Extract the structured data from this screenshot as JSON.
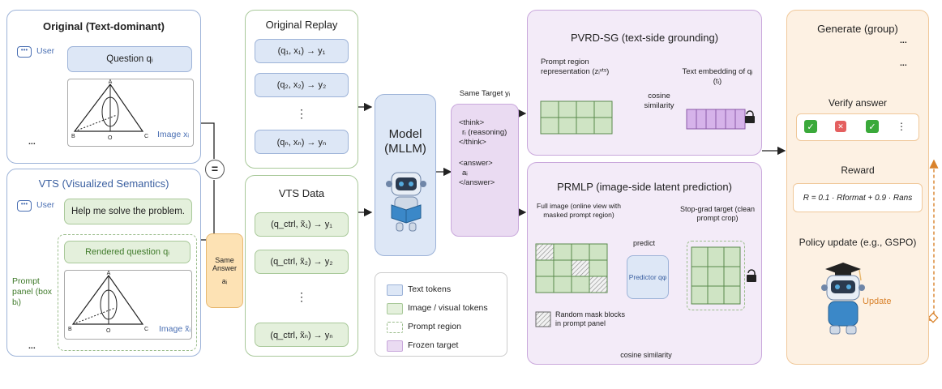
{
  "original": {
    "title": "Original (Text-dominant)",
    "user_label": "User",
    "question": "Question qᵢ",
    "image_label": "Image xᵢ",
    "fig_points": [
      "A",
      "B",
      "O",
      "C"
    ],
    "ellipsis": "..."
  },
  "vts": {
    "title": "VTS (Visualized Semantics)",
    "user_label": "User",
    "prompt": "Help me solve the problem.",
    "rendered": "Rendered question qᵢ",
    "image_label": "Image x̃ᵢ",
    "panel_label": "Prompt panel (box bᵢ)",
    "fig_points": [
      "A",
      "B",
      "O",
      "C"
    ],
    "ellipsis": "..."
  },
  "equals": "=",
  "same_answer": {
    "label": "Same Answer",
    "sym": "aᵢ"
  },
  "replay": {
    "title": "Original Replay",
    "items": [
      "(q₁, x₁) → y₁",
      "(q₂, x₂) → y₂",
      "⋮",
      "(qₙ, xₙ) → yₙ"
    ]
  },
  "vtsdata": {
    "title": "VTS Data",
    "items": [
      "(q_ctrl, x̃₁) → y₁",
      "(q_ctrl, x̃₂) → y₂",
      "⋮",
      "(q_ctrl, x̃ₙ) → yₙ"
    ]
  },
  "legend": [
    {
      "label": "Text tokens",
      "color": "#dde7f6"
    },
    {
      "label": "Image / visual tokens",
      "color": "#e4f0dc"
    },
    {
      "label": "Prompt region",
      "color": "#ffffff"
    },
    {
      "label": "Frozen target",
      "color": "#eadbf2"
    }
  ],
  "model": {
    "title": "Model",
    "subtitle": "(MLLM)"
  },
  "target": {
    "title": "Same Target yᵢ",
    "lines": [
      "<think>",
      "rᵢ (reasoning)",
      "</think>",
      "",
      "<answer>",
      "aᵢ",
      "</answer>"
    ]
  },
  "pvrd": {
    "title": "PVRD-SG (text-side grounding)",
    "left_label": "Prompt region representation (zᵢᵛᵗˢ)",
    "cos": "cosine similarity",
    "right_label": "Text embedding of qᵢ (tᵢ)"
  },
  "prmlp": {
    "title": "PRMLP (image-side latent prediction)",
    "full_image": "Full image (online view with masked prompt region)",
    "predict": "predict",
    "predictor": "Predictor qφ",
    "stopgrad": "Stop-grad target (clean prompt crop)",
    "mask_label": "Random mask blocks in prompt panel",
    "cos": "cosine similarity"
  },
  "rl": {
    "generate": "Generate (group)",
    "dots": "...",
    "verify": "Verify answer",
    "marks": [
      "✓",
      "✕",
      "✓",
      "⋮"
    ],
    "reward": "Reward",
    "formula": "R = 0.1 · Rformat + 0.9 · Rans",
    "policy": "Policy update (e.g., GSPO)",
    "update": "Update"
  },
  "colors": {
    "blue": "#dde7f6",
    "green": "#e4f0dc",
    "purple": "#eadbf2",
    "orange": "#fdf1e3",
    "accent": "#d9822b"
  }
}
